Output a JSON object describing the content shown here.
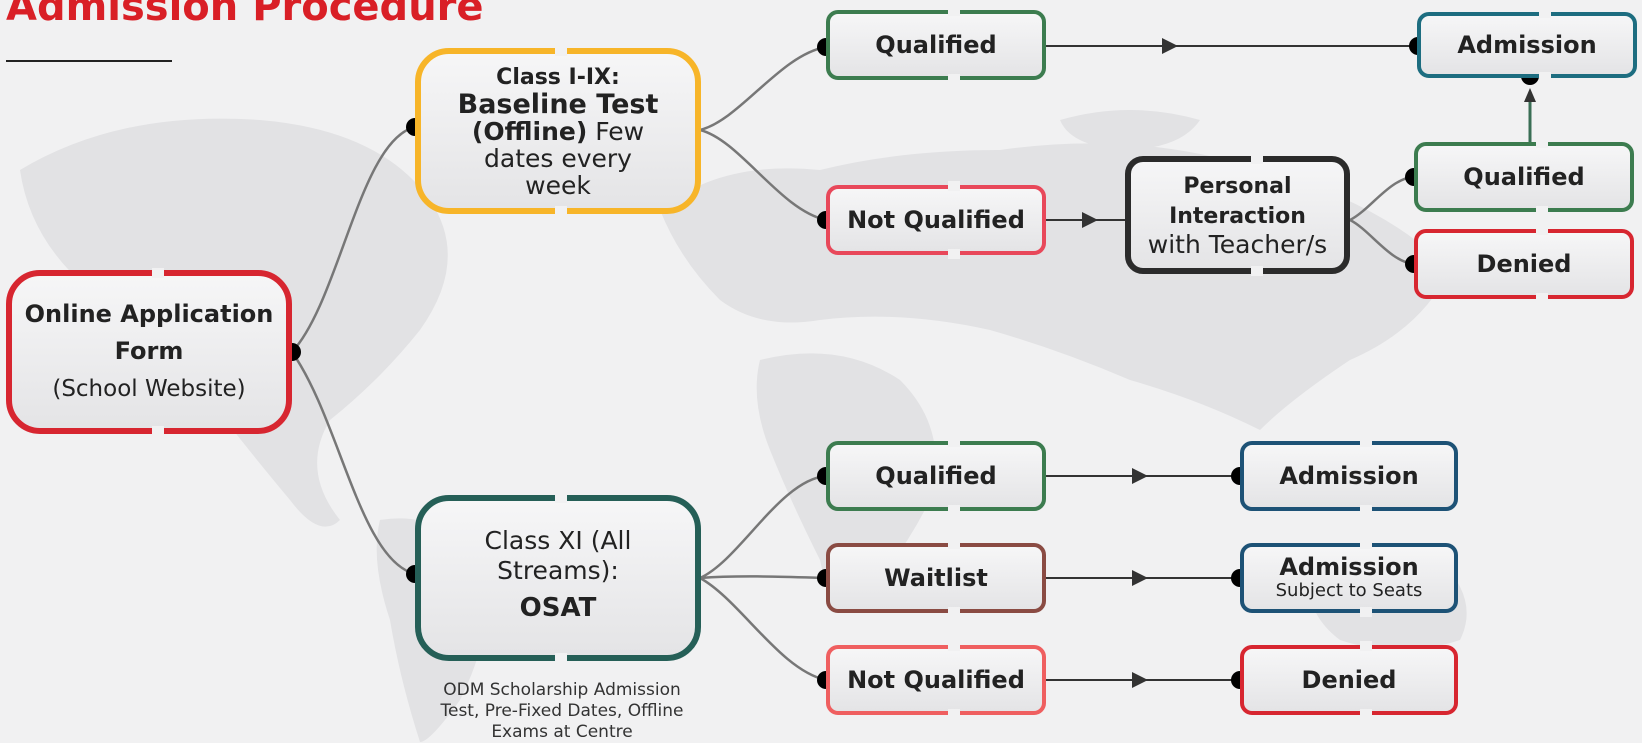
{
  "page": {
    "title": "Admission Procedure"
  },
  "nodes": {
    "online_application": {
      "line1": "Online Application",
      "line2": "Form",
      "line3": "(School Website)"
    },
    "class_1_9": {
      "line1": "Class I-IX:",
      "line2": "Baseline Test",
      "line3_bold": "(Offline)",
      "line3_rest": " Few",
      "line4": "dates every",
      "line5": "week"
    },
    "class_11": {
      "line1": "Class XI (All",
      "line2": "Streams):",
      "line3": "OSAT"
    },
    "class_11_note": {
      "line1": "ODM Scholarship Admission",
      "line2": "Test, Pre-Fixed Dates, Offline",
      "line3": "Exams at Centre"
    },
    "qualified_top": "Qualified",
    "not_qualified_top": "Not Qualified",
    "admission_top": "Admission",
    "personal_interaction": {
      "line1": "Personal",
      "line2": "Interaction",
      "line3": "with Teacher/s"
    },
    "qualified_right": "Qualified",
    "denied_right": "Denied",
    "qualified_bottom": "Qualified",
    "waitlist": "Waitlist",
    "not_qualified_bottom": "Not Qualified",
    "admission_bottom": "Admission",
    "admission_seats": {
      "line1": "Admission",
      "line2": "Subject to Seats"
    },
    "denied_bottom": "Denied"
  },
  "colors": {
    "title": "#d91f26",
    "qualified": "#3c7c4f",
    "admission_top": "#1d6d80",
    "denied": "#d72630",
    "not_qualified": "#e8485a",
    "waitlist": "#8a4b43",
    "admission": "#1d5276",
    "class_1_9": "#f7b529",
    "class_11": "#255f57",
    "personal_interaction": "#2b2b2b"
  }
}
